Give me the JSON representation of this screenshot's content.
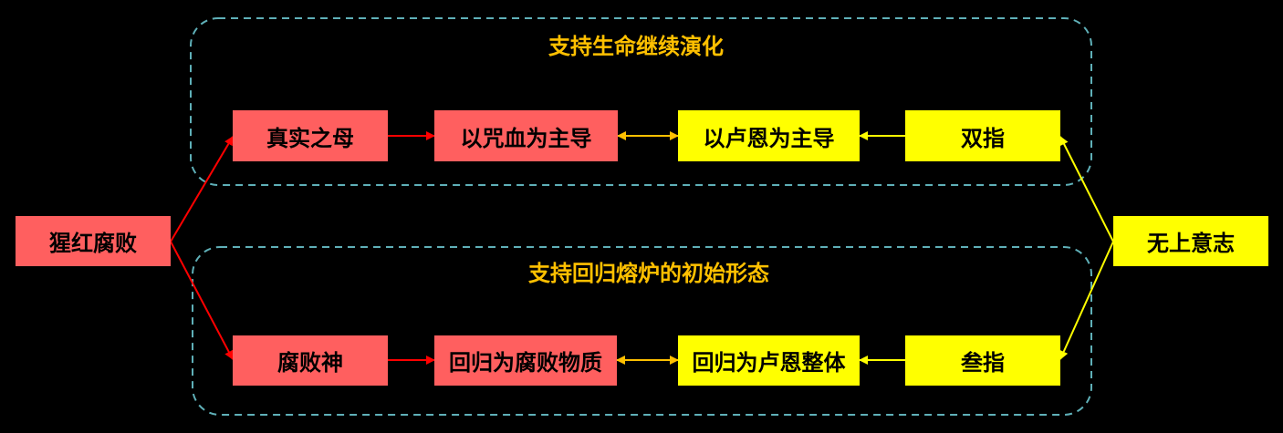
{
  "groups": {
    "top_title": "支持生命继续演化",
    "bottom_title": "支持回归熔炉的初始形态"
  },
  "nodes": {
    "scarlet_rot": "猩红腐败",
    "true_mother": "真实之母",
    "blood_led": "以咒血为主导",
    "rune_led": "以卢恩为主导",
    "two_fingers": "双指",
    "greater_will": "无上意志",
    "rot_god": "腐败神",
    "return_rot": "回归为腐败物质",
    "return_rune": "回归为卢恩整体",
    "three_fingers": "叁指"
  },
  "colors": {
    "red_node": "#ff5f5f",
    "yellow_node": "#ffff00",
    "title": "#ffc000",
    "dash": "#5fb0b8"
  }
}
